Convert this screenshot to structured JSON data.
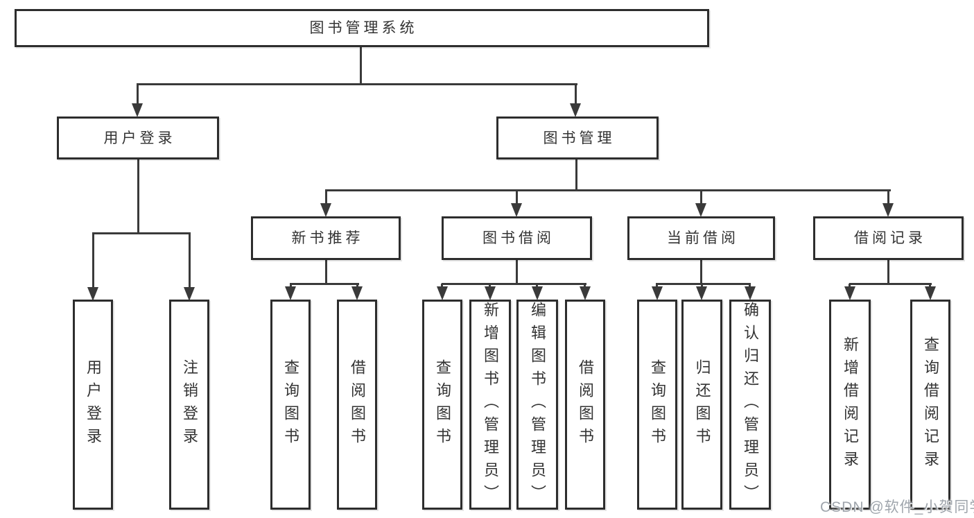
{
  "diagram": {
    "root": {
      "label": "图书管理系统"
    },
    "level2": [
      {
        "label": "用户登录"
      },
      {
        "label": "图书管理"
      }
    ],
    "level3": [
      {
        "label": "新书推荐"
      },
      {
        "label": "图书借阅"
      },
      {
        "label": "当前借阅"
      },
      {
        "label": "借阅记录"
      }
    ],
    "level4": [
      {
        "label": "用户登录"
      },
      {
        "label": "注销登录"
      },
      {
        "label": "查询图书"
      },
      {
        "label": "借阅图书"
      },
      {
        "label": "查询图书"
      },
      {
        "label": "新增图书（管理员）"
      },
      {
        "label": "编辑图书（管理员）"
      },
      {
        "label": "借阅图书"
      },
      {
        "label": "查询图书"
      },
      {
        "label": "归还图书"
      },
      {
        "label": "确认归还（管理员）"
      },
      {
        "label": "新增借阅记录"
      },
      {
        "label": "查询借阅记录"
      }
    ]
  },
  "colors": {
    "line": "#3a3a3a",
    "border": "#2d2d2d",
    "text": "#333333",
    "watermark": "#9aa0a8"
  },
  "watermark": {
    "text": "CSDN @软件_小贺同学"
  }
}
